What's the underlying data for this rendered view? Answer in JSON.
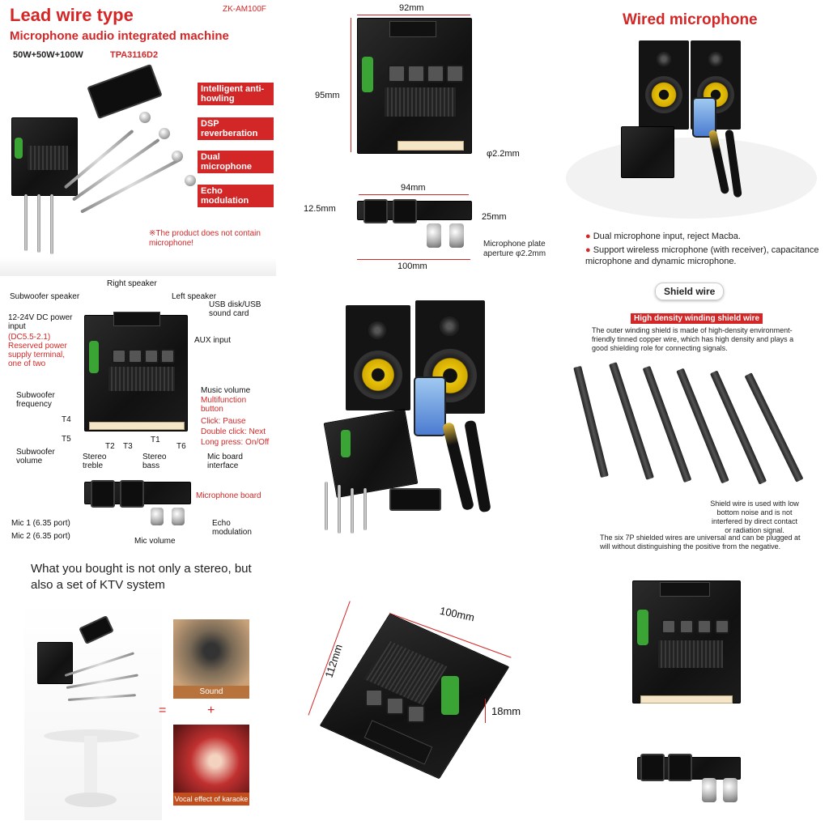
{
  "tile1": {
    "title": "Lead wire type",
    "model": "ZK-AM100F",
    "subtitle": "Microphone audio integrated machine",
    "power": "50W+50W+100W",
    "chip": "TPA3116D2",
    "features": [
      "Intelligent anti-howling",
      "DSP reverberation",
      "Dual microphone",
      "Echo modulation"
    ],
    "note": "※The product does not contain microphone!"
  },
  "tile2": {
    "width_top": "92mm",
    "height_top": "95mm",
    "hole": "φ2.2mm",
    "width_mid": "94mm",
    "height_small": "12.5mm",
    "depth": "25mm",
    "width_bottom": "100mm",
    "aperture_label": "Microphone plate aperture φ2.2mm"
  },
  "tile3": {
    "title": "Wired microphone",
    "bullet1": "Dual microphone input, reject Macba.",
    "bullet2": "Support wireless microphone (with receiver), capacitance microphone and dynamic microphone."
  },
  "tile4": {
    "labels": {
      "subwoofer_speaker": "Subwoofer speaker",
      "right_speaker": "Right speaker",
      "left_speaker": "Left speaker",
      "usb": "USB disk/USB sound card",
      "power_input": "12-24V DC power input",
      "power_red": "(DC5.5-2.1) Reserved power supply terminal, one of two",
      "aux": "AUX input",
      "music_volume": "Music volume",
      "multifunction": "Multifunction button",
      "click": "Click: Pause",
      "double_click": "Double click: Next",
      "long_press": "Long press: On/Off",
      "sub_freq": "Subwoofer frequency",
      "sub_vol": "Subwoofer volume",
      "t4": "T4",
      "t5": "T5",
      "t2": "T2",
      "t3": "T3",
      "t1": "T1",
      "t6": "T6",
      "stereo_treble": "Stereo treble",
      "stereo_bass": "Stereo bass",
      "mic_board_interface": "Mic board interface",
      "microphone_board": "Microphone board",
      "mic1": "Mic 1 (6.35 port)",
      "mic2": "Mic 2 (6.35 port)",
      "mic_volume": "Mic volume",
      "echo": "Echo modulation"
    }
  },
  "tile6": {
    "shield_title": "Shield wire",
    "shield_sub": "High density winding shield wire",
    "desc": "The outer winding shield is made of high-density environment-friendly tinned copper wire, which has high density and plays a good shielding role for connecting signals.",
    "note1": "Shield wire is used with low bottom noise and is not interfered by direct contact or radiation signal.",
    "note2": "The six 7P shielded wires are universal and can be plugged at will without distinguishing the positive from the negative."
  },
  "tile7": {
    "heading": "What you bought is not only a stereo, but also a set of KTV system",
    "equals": "=",
    "plus": "+",
    "sound": "Sound",
    "karaoke": "Vocal effect of karaoke"
  },
  "tile8": {
    "width": "100mm",
    "length": "112mm",
    "height": "18mm"
  },
  "colors": {
    "accent": "#d32727",
    "pcb": "#1a1a1a",
    "capacitor": "#3aa535",
    "woofer": "#e8c40b"
  }
}
